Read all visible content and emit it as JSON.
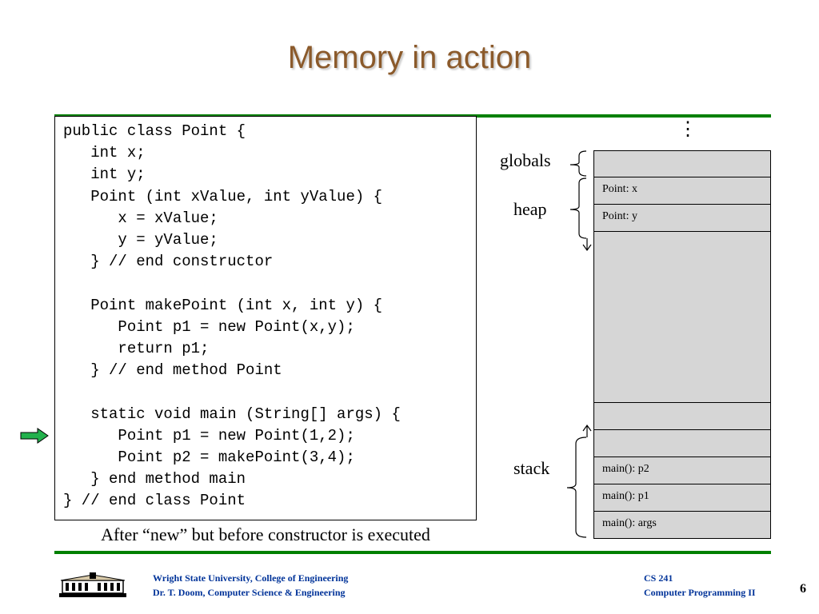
{
  "slide": {
    "title": "Memory in action",
    "page_number": "6"
  },
  "code": {
    "lines": [
      "public class Point {",
      "   int x;",
      "   int y;",
      "   Point (int xValue, int yValue) {",
      "      x = xValue;",
      "      y = yValue;",
      "   } // end constructor",
      "",
      "   Point makePoint (int x, int y) {",
      "      Point p1 = new Point(x,y);",
      "      return p1;",
      "   } // end method Point",
      "",
      "   static void main (String[] args) {",
      "      Point p1 = new Point(1,2);",
      "      Point p2 = makePoint(3,4);",
      "   } end method main",
      "} // end class Point"
    ],
    "current_line_index": 14,
    "caption": "After “new” but before constructor is executed"
  },
  "memory": {
    "ellipsis": "⋮",
    "labels": {
      "globals": "globals",
      "heap": "heap",
      "stack": "stack"
    },
    "cells": [
      "",
      "Point: x",
      "Point: y",
      "",
      "",
      "",
      "main(): p2",
      "main(): p1",
      "main(): args"
    ]
  },
  "footer": {
    "left_line1": "Wright State University, College of Engineering",
    "left_line2": "Dr. T. Doom, Computer Science & Engineering",
    "right_line1": "CS 241",
    "right_line2": "Computer Programming II"
  },
  "colors": {
    "title": "#8b5a2b",
    "rule": "#008000",
    "pointer_arrow": "#22b14c",
    "memory_cell": "#d6d6d6",
    "footer_text": "#003399"
  },
  "icons": {
    "pointer": "right-arrow-icon",
    "logo": "university-building-logo"
  }
}
